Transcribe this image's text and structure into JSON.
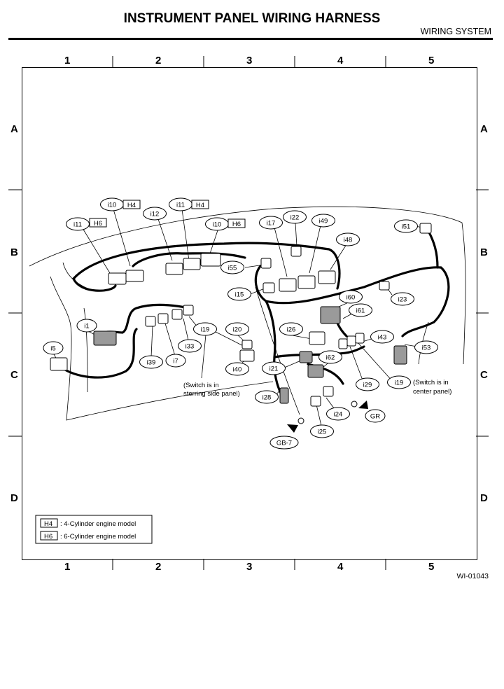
{
  "header": {
    "title": "INSTRUMENT PANEL WIRING HARNESS",
    "section": "WIRING SYSTEM"
  },
  "grid": {
    "columns": [
      "1",
      "2",
      "3",
      "4",
      "5"
    ],
    "rows": [
      "A",
      "B",
      "C",
      "D"
    ]
  },
  "connectors": [
    "i10",
    "i11",
    "i11",
    "i10",
    "i12",
    "i17",
    "i22",
    "i49",
    "i48",
    "i51",
    "i55",
    "i15",
    "i60",
    "i61",
    "i23",
    "i1",
    "i19",
    "i20",
    "i26",
    "i43",
    "i53",
    "i5",
    "i33",
    "i39",
    "i7",
    "i40",
    "i21",
    "i62",
    "i29",
    "i19",
    "i28",
    "i24",
    "i25",
    "GR",
    "GB-7"
  ],
  "model_tags": [
    "H4",
    "H6",
    "H4",
    "H6"
  ],
  "notes": {
    "switch_steering": [
      "(Switch is in",
      "sterring side panel)"
    ],
    "switch_center": [
      "(Switch is in",
      "center panel)"
    ]
  },
  "legend": [
    {
      "code": "H4",
      "text": ": 4-Cylinder engine model"
    },
    {
      "code": "H6",
      "text": ": 6-Cylinder engine model"
    }
  ],
  "figure_id": "WI-01043"
}
